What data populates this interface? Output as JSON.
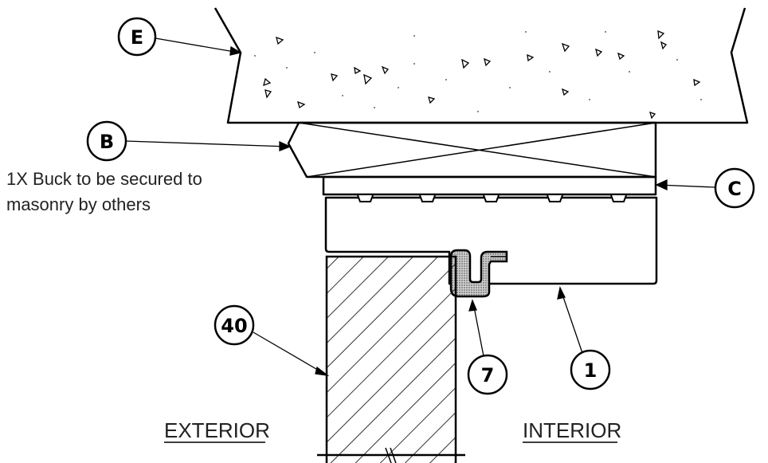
{
  "callouts": {
    "e": "E",
    "b": "B",
    "c": "C",
    "forty": "40",
    "seven": "7",
    "one": "1"
  },
  "note": {
    "line1": "1X Buck to be secured to",
    "line2": "masonry by others"
  },
  "sides": {
    "exterior": "EXTERIOR",
    "interior": "INTERIOR"
  }
}
